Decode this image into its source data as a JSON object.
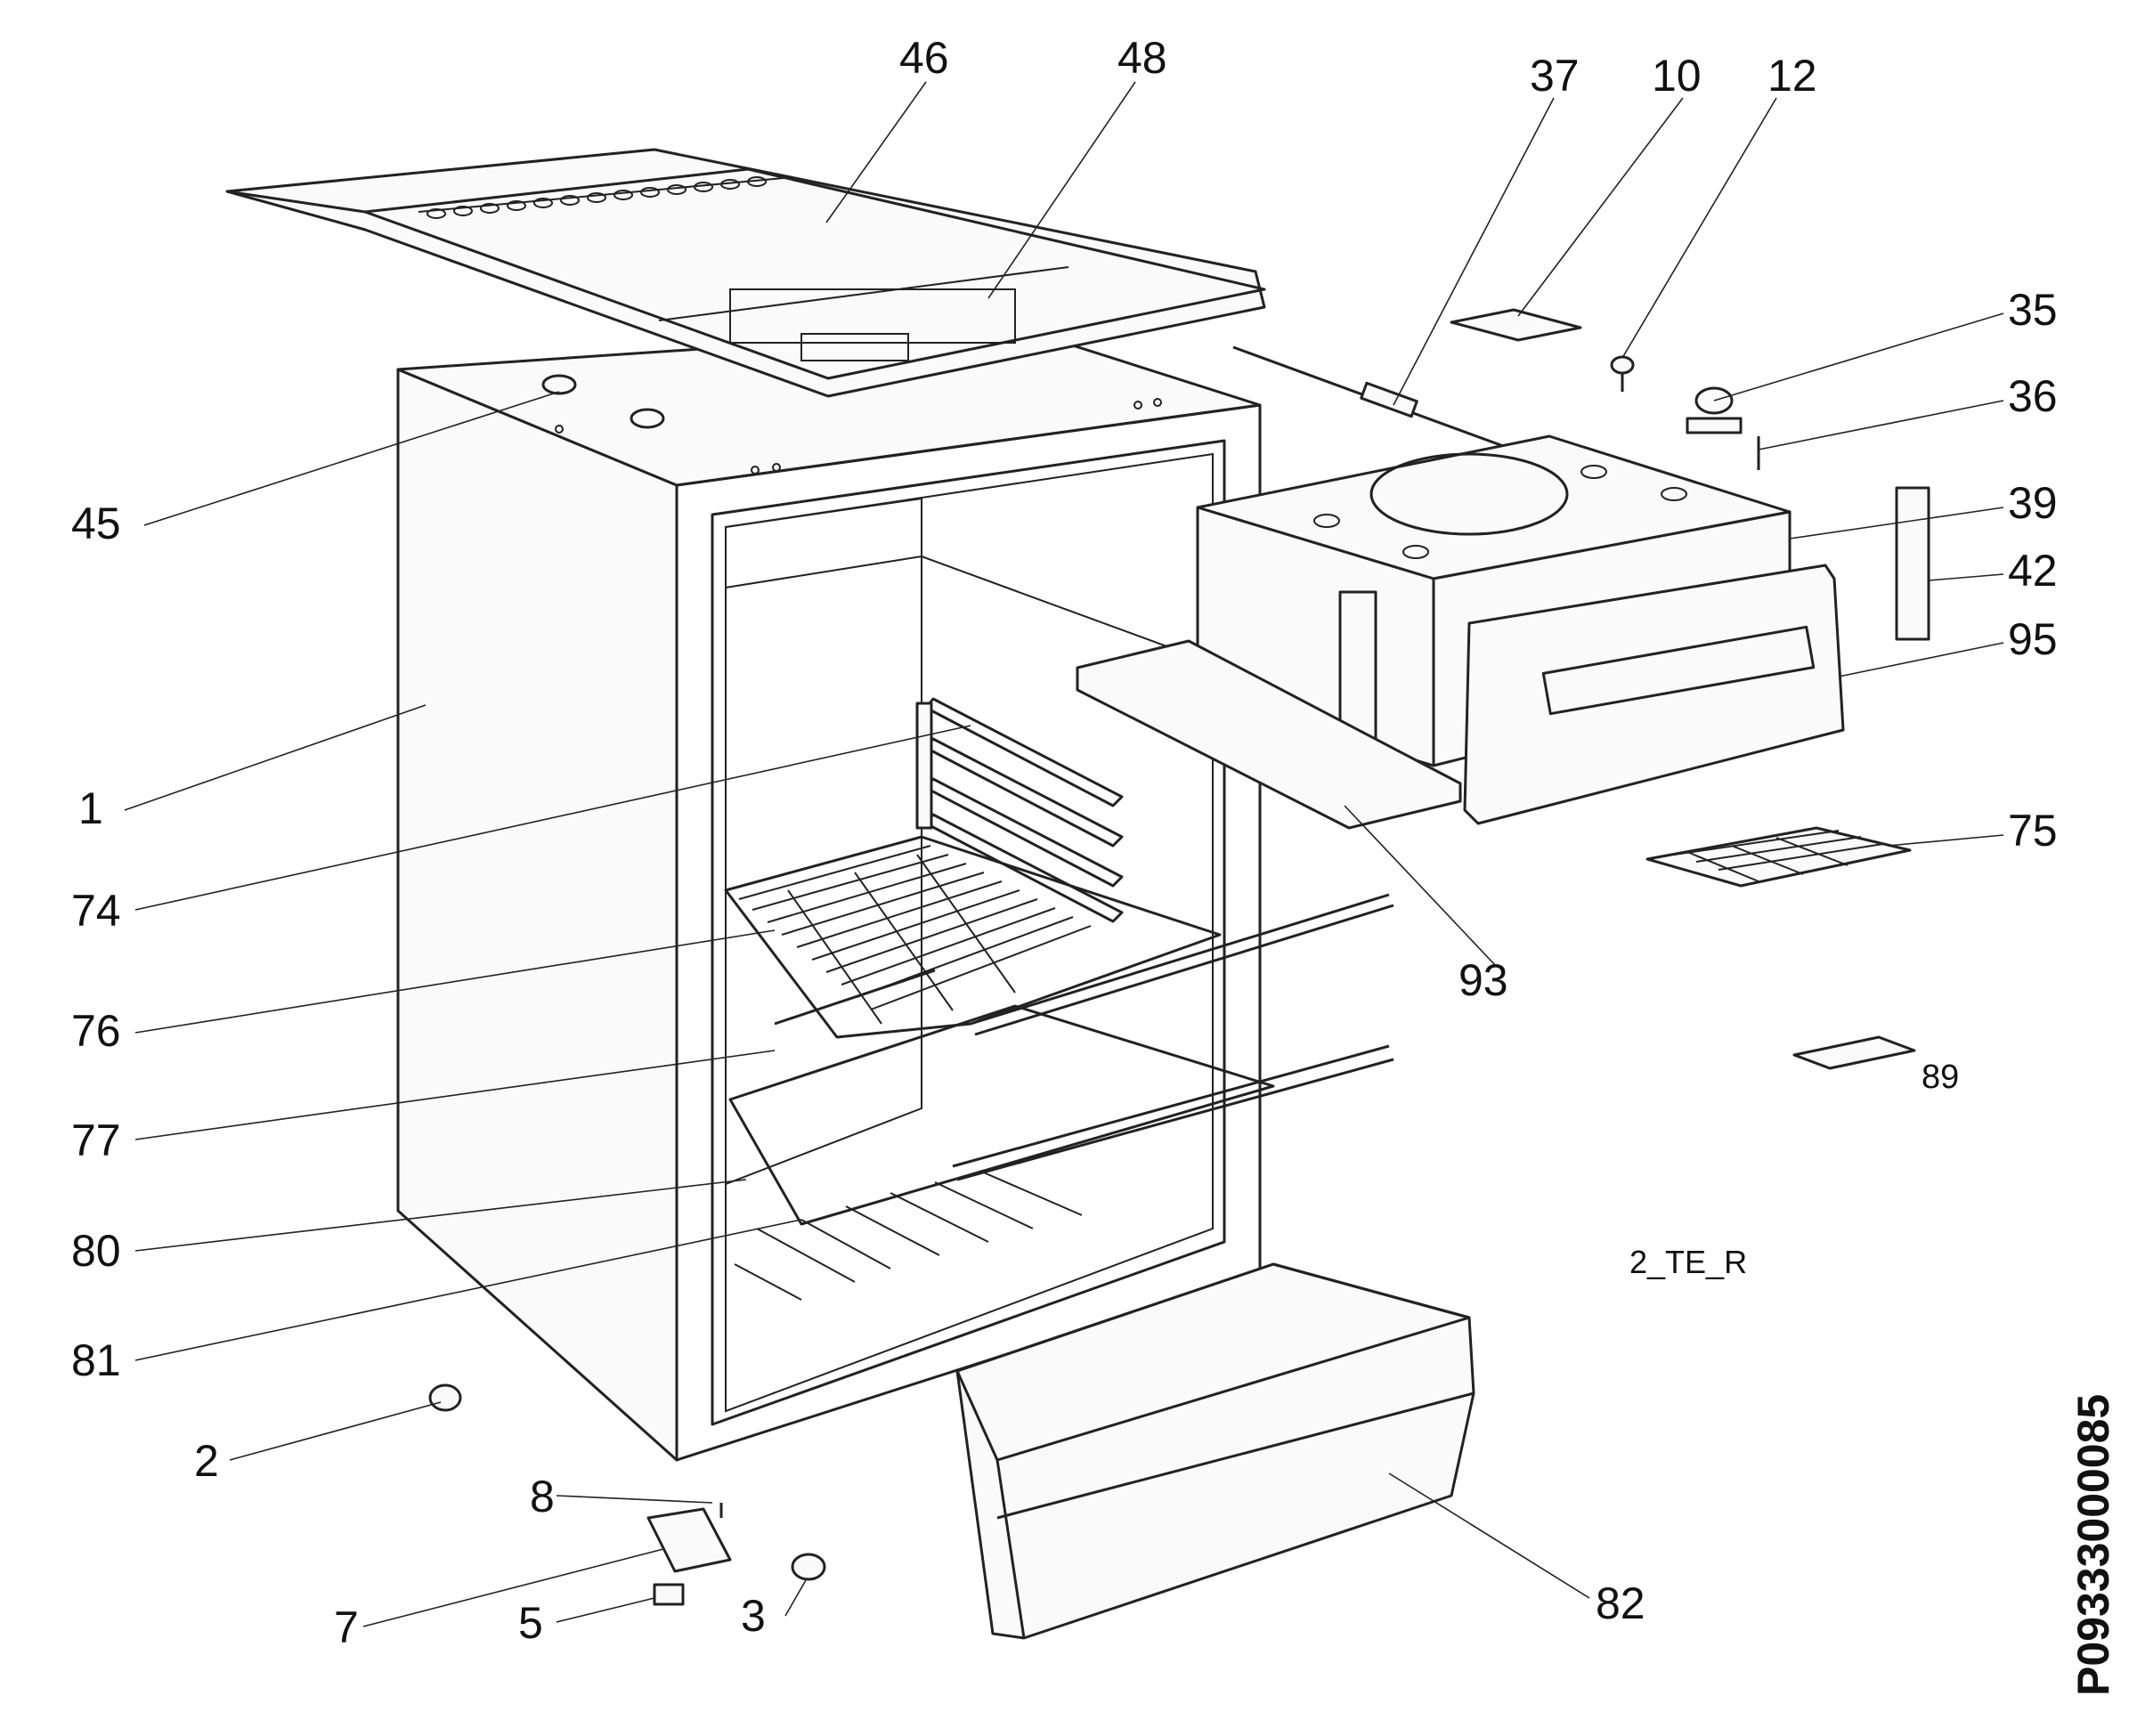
{
  "diagram": {
    "parts": [
      {
        "id": "p46",
        "label": "46",
        "name": "top-cover"
      },
      {
        "id": "p48",
        "label": "48",
        "name": "top-inner-panel"
      },
      {
        "id": "p37",
        "label": "37",
        "name": "thermostat-capillary"
      },
      {
        "id": "p10",
        "label": "10",
        "name": "hinge-top"
      },
      {
        "id": "p12",
        "label": "12",
        "name": "hinge-pin"
      },
      {
        "id": "p35",
        "label": "35",
        "name": "thermostat-knob"
      },
      {
        "id": "p36",
        "label": "36",
        "name": "pin"
      },
      {
        "id": "p39",
        "label": "39",
        "name": "freezer-compartment"
      },
      {
        "id": "p42",
        "label": "42",
        "name": "side-bracket"
      },
      {
        "id": "p95",
        "label": "95",
        "name": "freezer-door"
      },
      {
        "id": "p75",
        "label": "75",
        "name": "ice-cube-tray"
      },
      {
        "id": "p93",
        "label": "93",
        "name": "drip-tray"
      },
      {
        "id": "p89",
        "label": "89",
        "name": "small-clip"
      },
      {
        "id": "p45",
        "label": "45",
        "name": "screw-cap"
      },
      {
        "id": "p1",
        "label": "1",
        "name": "cabinet"
      },
      {
        "id": "p74",
        "label": "74",
        "name": "lamp-holder"
      },
      {
        "id": "p76",
        "label": "76",
        "name": "wire-shelf"
      },
      {
        "id": "p77",
        "label": "77",
        "name": "shelf-support"
      },
      {
        "id": "p80",
        "label": "80",
        "name": "glass-shelf"
      },
      {
        "id": "p81",
        "label": "81",
        "name": "shelf-trim"
      },
      {
        "id": "p2",
        "label": "2",
        "name": "foot-left"
      },
      {
        "id": "p8",
        "label": "8",
        "name": "screw"
      },
      {
        "id": "p7",
        "label": "7",
        "name": "hinge-bottom"
      },
      {
        "id": "p5",
        "label": "5",
        "name": "adjustable-foot"
      },
      {
        "id": "p3",
        "label": "3",
        "name": "foot-cap"
      },
      {
        "id": "p82",
        "label": "82",
        "name": "crisper-drawer"
      }
    ],
    "model_code": "2_TE_R",
    "document_number": "P09333000085"
  }
}
